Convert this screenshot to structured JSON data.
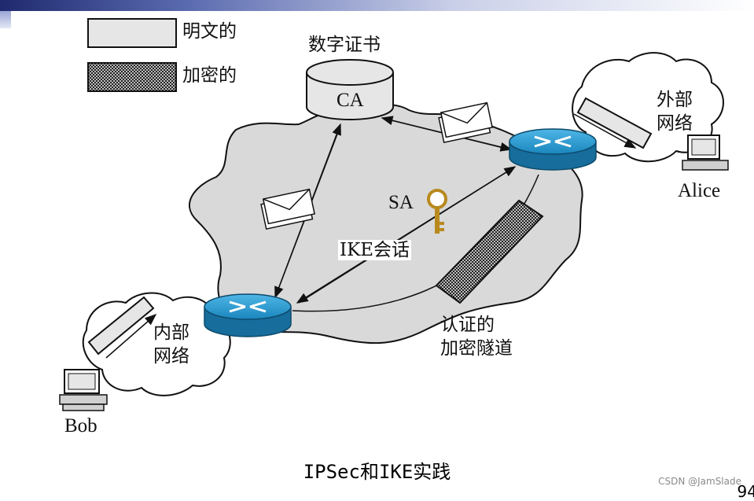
{
  "legend": {
    "plain_label": "明文的",
    "encrypted_label": "加密的"
  },
  "ca": {
    "title": "数字证书",
    "label": "CA"
  },
  "external_net": {
    "label_line1": "外部",
    "label_line2": "网络",
    "host": "Alice"
  },
  "internal_net": {
    "label_line1": "内部",
    "label_line2": "网络",
    "host": "Bob"
  },
  "sa_label": "SA",
  "ike_label": "IKE会话",
  "tunnel": {
    "line1": "认证的",
    "line2": "加密隧道"
  },
  "caption": "IPSec和IKE实践",
  "watermark": "CSDN @JamSlade",
  "page_number": "94",
  "colors": {
    "router": "#1e8fc4",
    "plain_fill": "#e6e6e6",
    "cloud": "#d9d9d9"
  }
}
